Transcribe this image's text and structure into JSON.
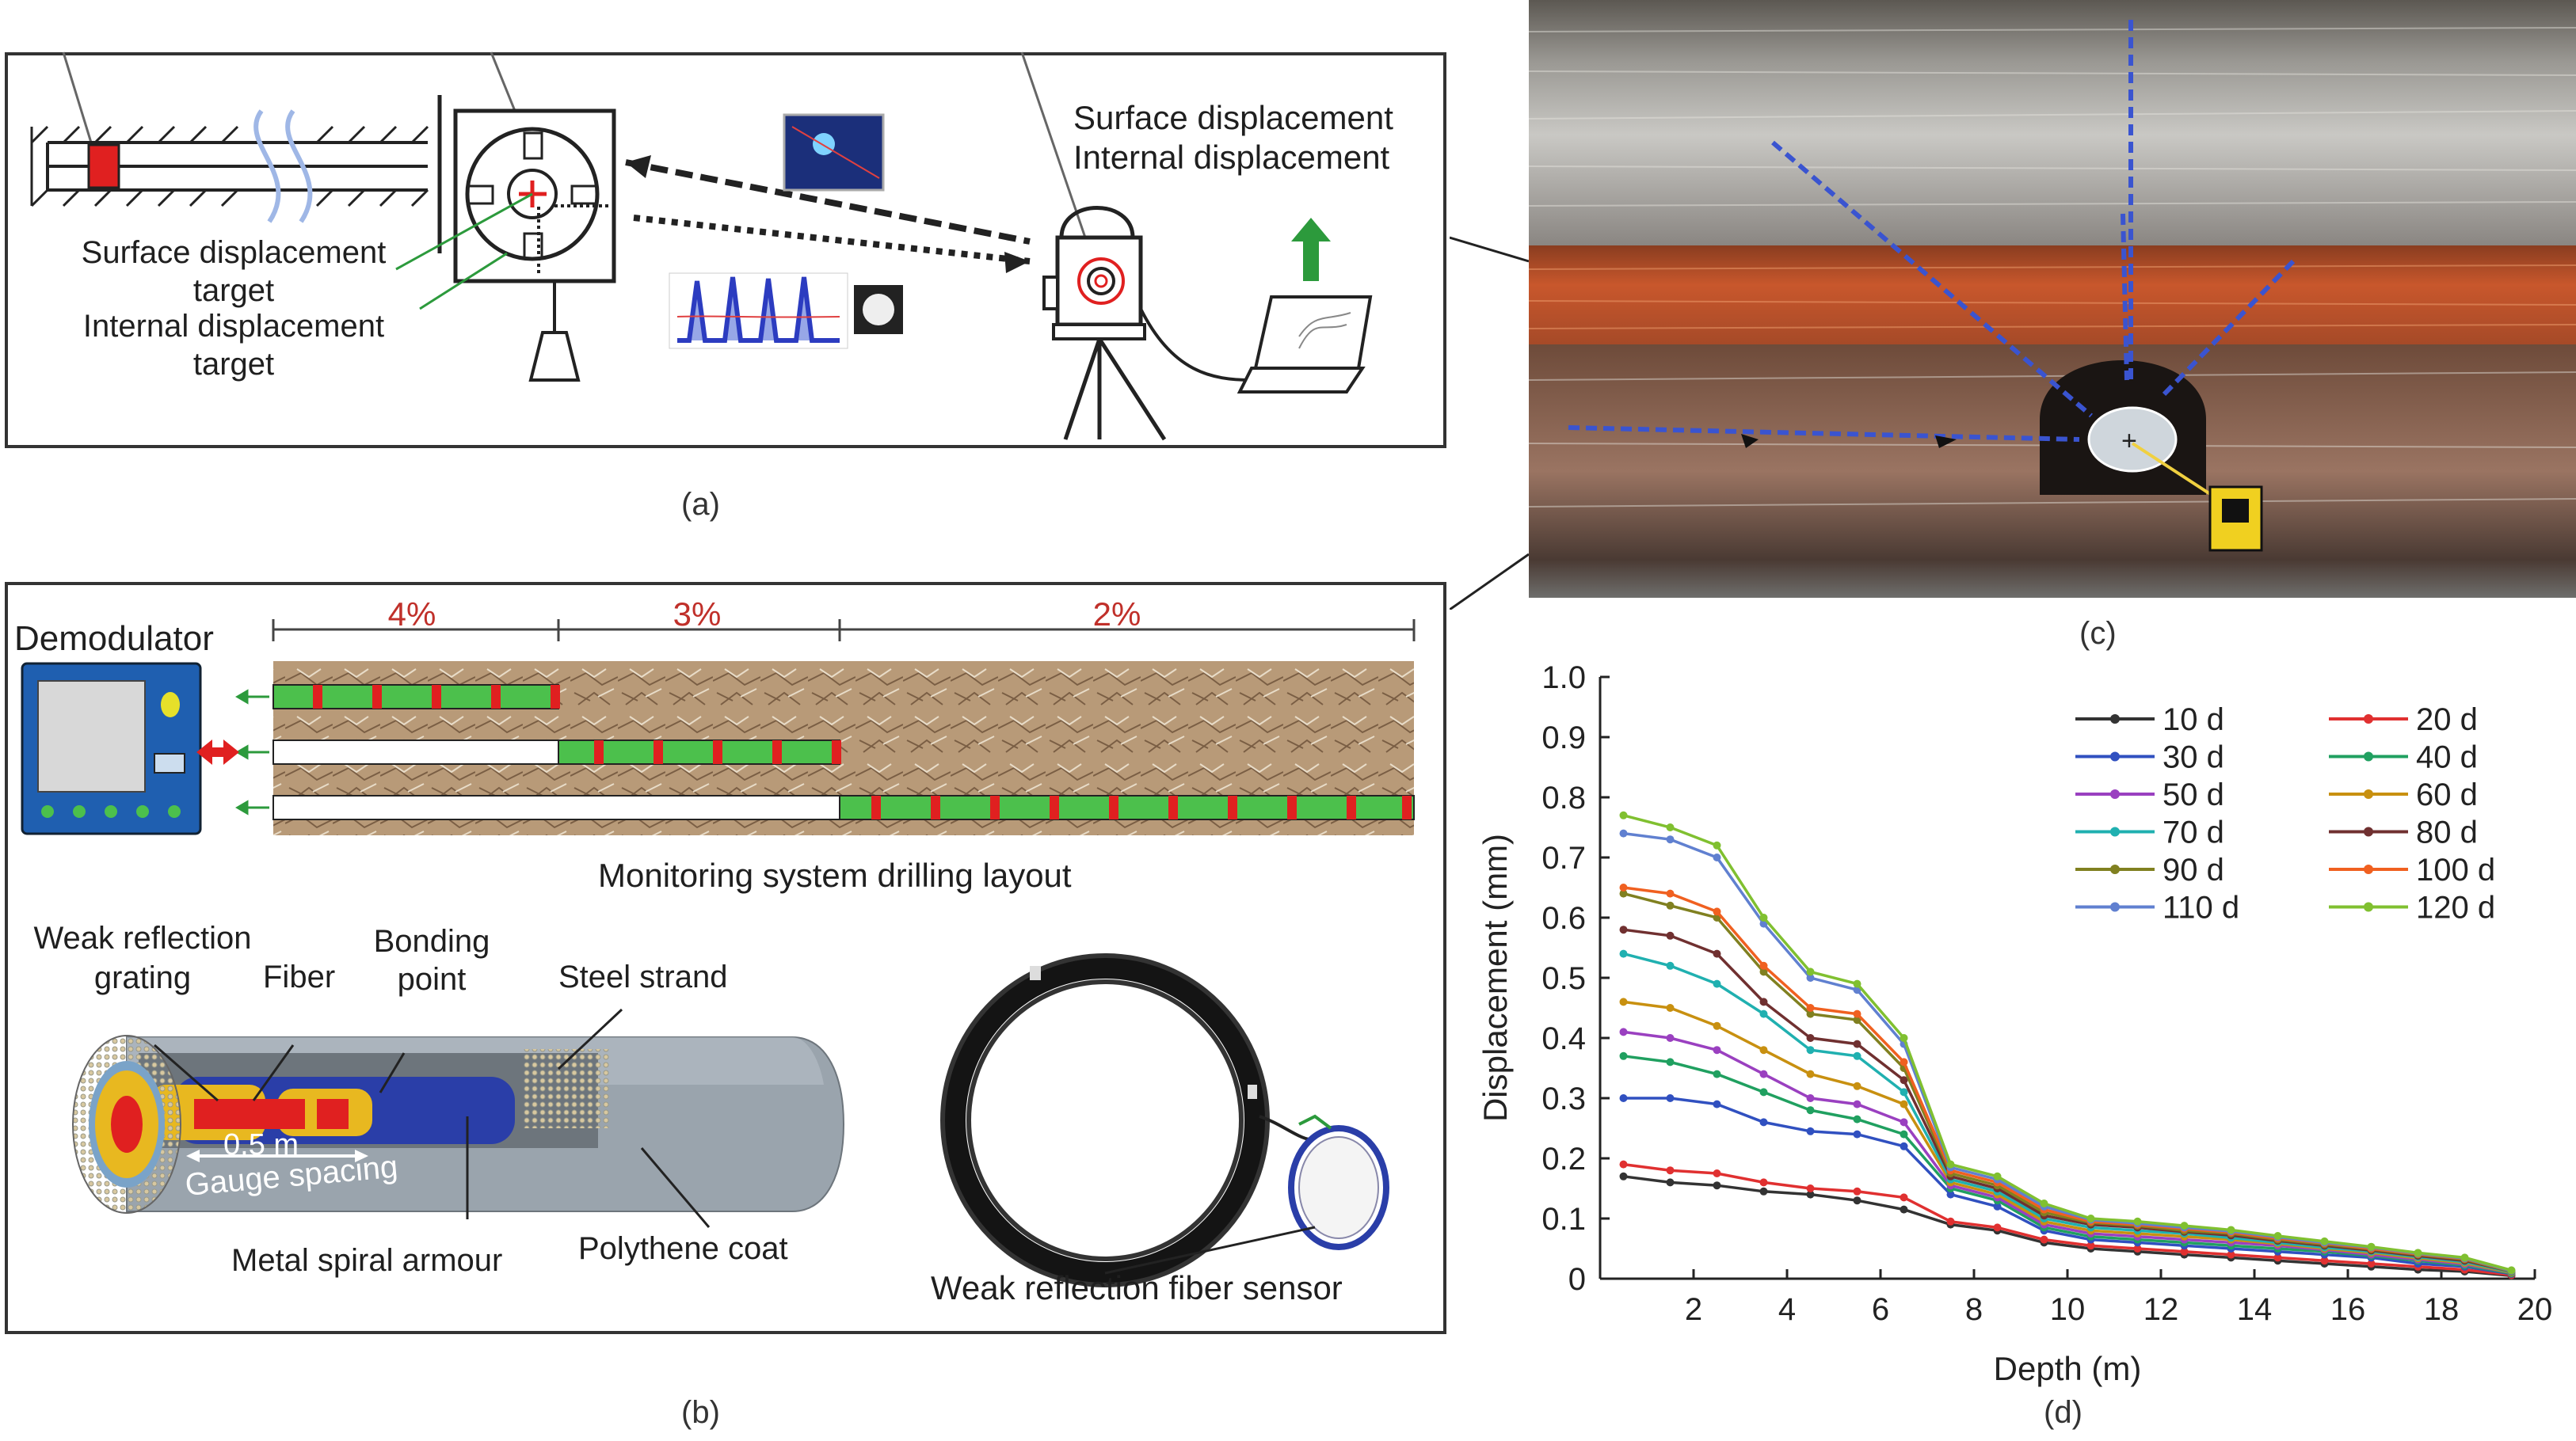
{
  "panel_a": {
    "caption": "(a)",
    "surface_displacement": "Surface displacement",
    "internal_displacement": "Internal displacement",
    "surface_target_line1": "Surface displacement",
    "surface_target_line2": "target",
    "internal_target_line1": "Internal displacement",
    "internal_target_line2": "target"
  },
  "panel_b": {
    "caption": "(b)",
    "demodulator": "Demodulator",
    "pct1": "4%",
    "pct2": "3%",
    "pct3": "2%",
    "drilling_layout": "Monitoring system drilling layout",
    "weak_reflection_line1": "Weak reflection",
    "weak_reflection_line2": "grating",
    "fiber": "Fiber",
    "bonding_line1": "Bonding",
    "bonding_line2": "point",
    "steel_strand": "Steel strand",
    "spacing_value": "0.5 m",
    "gauge_spacing": "Gauge spacing",
    "metal_spiral": "Metal spiral armour",
    "polythene": "Polythene coat",
    "fiber_sensor": "Weak reflection fiber sensor"
  },
  "panel_c": {
    "caption": "(c)"
  },
  "panel_d": {
    "caption": "(d)"
  },
  "colors": {
    "red_marker": "#e02020",
    "green_fiber": "#4cc04c",
    "rock_orange": "#c8572c",
    "demodulator_blue": "#1f5fb0",
    "arrow_green": "#2c9a3c"
  },
  "chart_data": {
    "type": "line",
    "xlabel": "Depth (m)",
    "ylabel": "Displacement (mm)",
    "xlim": [
      0,
      20
    ],
    "ylim": [
      0,
      1.0
    ],
    "x_ticks": [
      "2",
      "4",
      "6",
      "8",
      "10",
      "12",
      "14",
      "16",
      "18",
      "20"
    ],
    "y_ticks": [
      "0",
      "0.1",
      "0.2",
      "0.3",
      "0.4",
      "0.5",
      "0.6",
      "0.7",
      "0.8",
      "0.9",
      "1.0"
    ],
    "x": [
      0.5,
      1.5,
      2.5,
      3.5,
      4.5,
      5.5,
      6.5,
      7.5,
      8.5,
      9.5,
      10.5,
      11.5,
      12.5,
      13.5,
      14.5,
      15.5,
      16.5,
      17.5,
      18.5,
      19.5
    ],
    "series": [
      {
        "name": "10 d",
        "color": "#333333",
        "values": [
          0.17,
          0.16,
          0.155,
          0.145,
          0.14,
          0.13,
          0.115,
          0.09,
          0.08,
          0.06,
          0.05,
          0.045,
          0.04,
          0.035,
          0.03,
          0.025,
          0.02,
          0.015,
          0.012,
          0.005
        ]
      },
      {
        "name": "20 d",
        "color": "#e03030",
        "values": [
          0.19,
          0.18,
          0.175,
          0.16,
          0.15,
          0.145,
          0.135,
          0.095,
          0.085,
          0.065,
          0.055,
          0.05,
          0.045,
          0.04,
          0.035,
          0.03,
          0.025,
          0.02,
          0.015,
          0.006
        ]
      },
      {
        "name": "30 d",
        "color": "#3050c0",
        "values": [
          0.3,
          0.3,
          0.29,
          0.26,
          0.245,
          0.24,
          0.22,
          0.14,
          0.12,
          0.08,
          0.065,
          0.06,
          0.055,
          0.05,
          0.045,
          0.04,
          0.035,
          0.025,
          0.02,
          0.008
        ]
      },
      {
        "name": "40 d",
        "color": "#20a060",
        "values": [
          0.37,
          0.36,
          0.34,
          0.31,
          0.28,
          0.265,
          0.24,
          0.15,
          0.13,
          0.085,
          0.07,
          0.065,
          0.06,
          0.055,
          0.05,
          0.045,
          0.038,
          0.03,
          0.022,
          0.009
        ]
      },
      {
        "name": "50 d",
        "color": "#9a40c0",
        "values": [
          0.41,
          0.4,
          0.38,
          0.34,
          0.3,
          0.29,
          0.26,
          0.155,
          0.135,
          0.09,
          0.075,
          0.07,
          0.065,
          0.06,
          0.055,
          0.048,
          0.04,
          0.032,
          0.024,
          0.01
        ]
      },
      {
        "name": "60 d",
        "color": "#c89010",
        "values": [
          0.46,
          0.45,
          0.42,
          0.38,
          0.34,
          0.32,
          0.29,
          0.16,
          0.14,
          0.095,
          0.08,
          0.075,
          0.07,
          0.065,
          0.058,
          0.05,
          0.043,
          0.034,
          0.026,
          0.01
        ]
      },
      {
        "name": "70 d",
        "color": "#20b0b0",
        "values": [
          0.54,
          0.52,
          0.49,
          0.44,
          0.38,
          0.37,
          0.31,
          0.165,
          0.145,
          0.1,
          0.085,
          0.08,
          0.075,
          0.068,
          0.06,
          0.052,
          0.045,
          0.036,
          0.028,
          0.011
        ]
      },
      {
        "name": "80 d",
        "color": "#703030",
        "values": [
          0.58,
          0.57,
          0.54,
          0.46,
          0.4,
          0.39,
          0.33,
          0.17,
          0.15,
          0.105,
          0.09,
          0.085,
          0.078,
          0.072,
          0.063,
          0.055,
          0.047,
          0.038,
          0.03,
          0.012
        ]
      },
      {
        "name": "90 d",
        "color": "#808020",
        "values": [
          0.64,
          0.62,
          0.6,
          0.51,
          0.44,
          0.43,
          0.35,
          0.175,
          0.155,
          0.11,
          0.093,
          0.088,
          0.08,
          0.075,
          0.065,
          0.057,
          0.049,
          0.04,
          0.032,
          0.012
        ]
      },
      {
        "name": "100 d",
        "color": "#f06020",
        "values": [
          0.65,
          0.64,
          0.61,
          0.52,
          0.45,
          0.44,
          0.36,
          0.18,
          0.16,
          0.115,
          0.095,
          0.09,
          0.083,
          0.077,
          0.067,
          0.059,
          0.05,
          0.041,
          0.033,
          0.013
        ]
      },
      {
        "name": "110 d",
        "color": "#6080d0",
        "values": [
          0.74,
          0.73,
          0.7,
          0.59,
          0.5,
          0.48,
          0.39,
          0.185,
          0.165,
          0.12,
          0.098,
          0.092,
          0.085,
          0.079,
          0.069,
          0.06,
          0.052,
          0.042,
          0.034,
          0.013
        ]
      },
      {
        "name": "120 d",
        "color": "#80c030",
        "values": [
          0.77,
          0.75,
          0.72,
          0.6,
          0.51,
          0.49,
          0.4,
          0.19,
          0.17,
          0.125,
          0.1,
          0.095,
          0.088,
          0.081,
          0.071,
          0.062,
          0.053,
          0.043,
          0.035,
          0.014
        ]
      }
    ]
  }
}
